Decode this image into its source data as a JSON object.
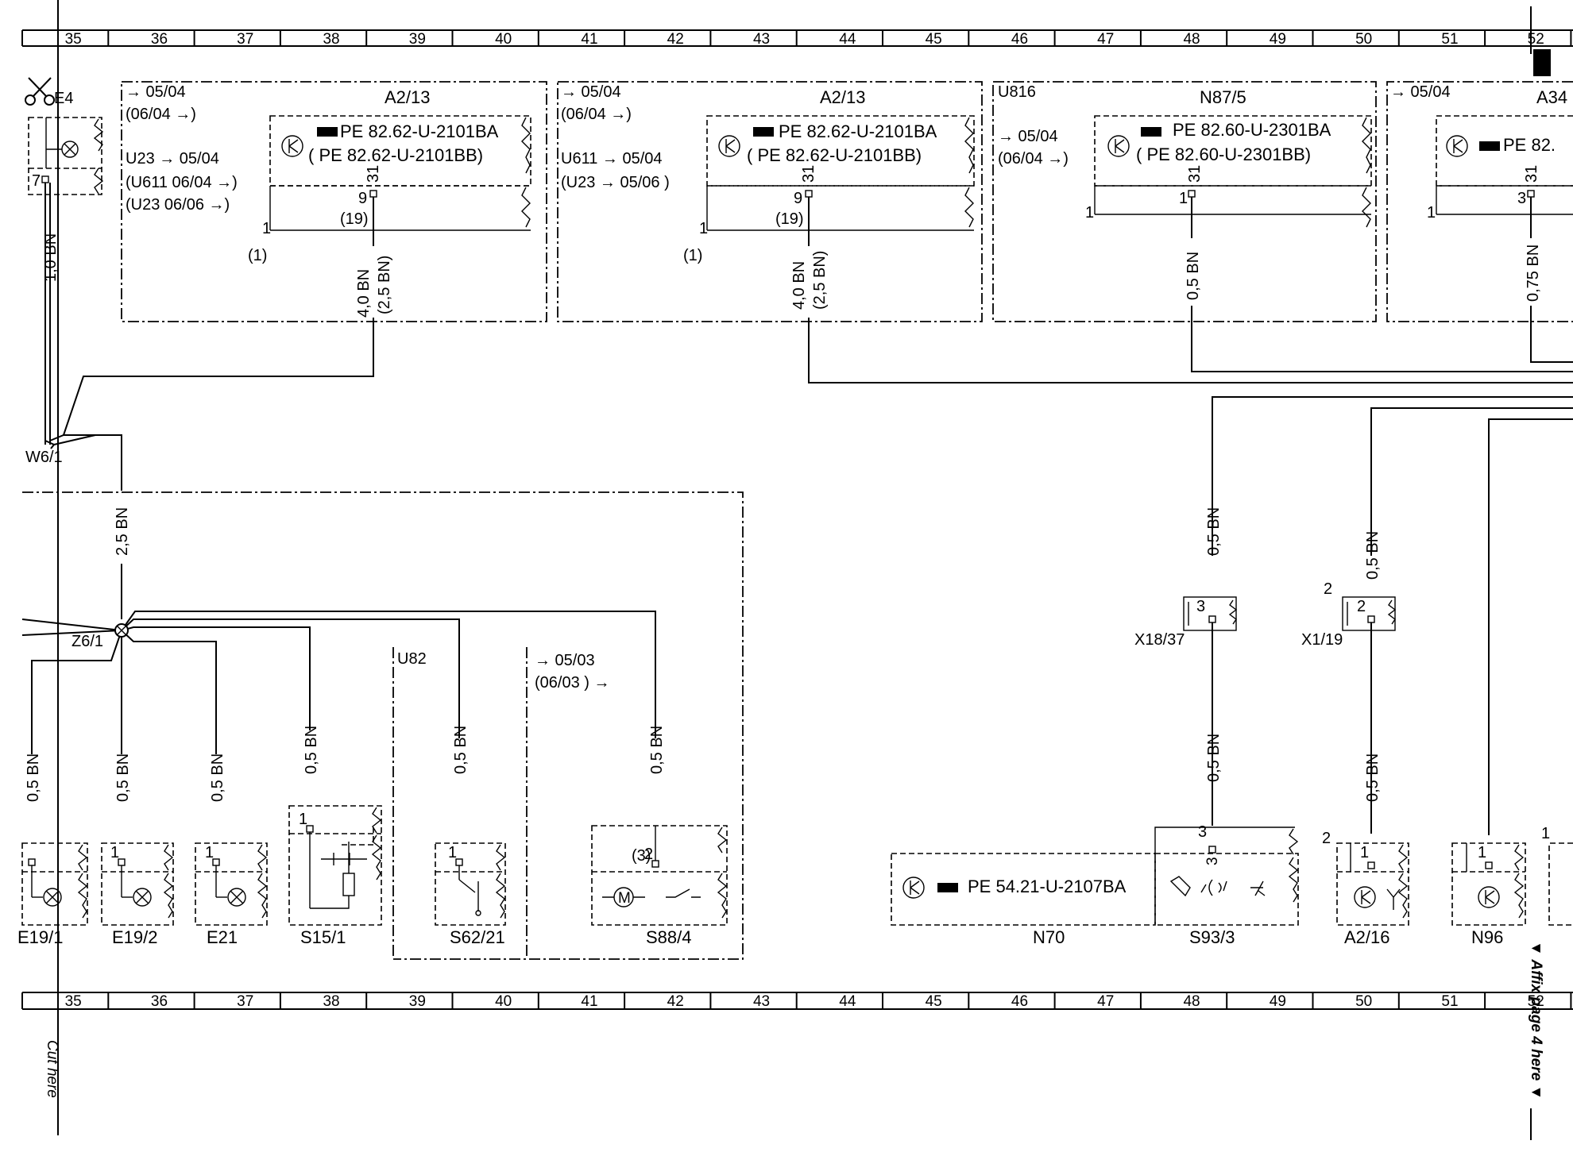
{
  "columns": [
    "35",
    "36",
    "37",
    "38",
    "39",
    "40",
    "41",
    "42",
    "43",
    "44",
    "45",
    "46",
    "47",
    "48",
    "49",
    "50",
    "51",
    "52"
  ],
  "margin": {
    "cut_label": "Cut here",
    "affix_label": "▼ Affix page 4 here ▼",
    "scissors": "scissors-icon"
  },
  "top_blocks": {
    "a": {
      "name": "A2/13",
      "ver1": "→ 05/04",
      "ver2": "(06/04   →)",
      "u1": "U23 → 05/04",
      "u2": "(U611  06/04   →)",
      "u3": "(U23   06/06   →)",
      "pe1": "PE 82.62-U-2101BA",
      "pe2": "(   PE 82.62-U-2101BB)",
      "pin_a": "31",
      "pin_b": "9",
      "pin_b2": "(19)",
      "one": "1",
      "paren1": "(1)",
      "wire": "4,0 BN",
      "wire2": "(2,5 BN)"
    },
    "b": {
      "name": "A2/13",
      "ver1": "→ 05/04",
      "ver2": "(06/04    →)",
      "u1": "U611 → 05/04",
      "u2": "(U23 → 05/06    )",
      "pe1": "PE 82.62-U-2101BA",
      "pe2": "(   PE 82.62-U-2101BB)",
      "pin_a": "31",
      "pin_b": "9",
      "pin_b2": "(19)",
      "one": "1",
      "paren1": "(1)",
      "wire": "4,0 BN",
      "wire2": "(2,5 BN)"
    },
    "c": {
      "code": "U816",
      "name": "N87/5",
      "ver1": "→ 05/04",
      "ver2": "(06/04    →)",
      "pe1": "PE 82.60-U-2301BA",
      "pe2": "(   PE 82.60-U-2301BB)",
      "pin_a": "31",
      "pin_b": "1",
      "one": "1",
      "wire": "0,5 BN"
    },
    "d": {
      "name": "A34",
      "ver1": "→ 05/04",
      "pe1": "PE 82.",
      "pin_a": "31",
      "pin_b": "3",
      "one": "1",
      "wire": "0,75 BN"
    }
  },
  "left": {
    "e4": "E4",
    "e4_pin": "7",
    "e4_wire": "1,0 BN",
    "w6": "W6/1",
    "w6_wire": "2,5 BN",
    "z6": "Z6/1",
    "u82": "U82",
    "ver1": "→ 05/03",
    "ver2": "(06/03  ) →"
  },
  "bottom_left": [
    {
      "name": "E19/1",
      "wire": "0,5 BN",
      "pin": ""
    },
    {
      "name": "E19/2",
      "wire": "0,5 BN",
      "pin": "1"
    },
    {
      "name": "E21",
      "wire": "0,5 BN",
      "pin": "1"
    },
    {
      "name": "S15/1",
      "wire": "0,5 BN",
      "pin": "1"
    },
    {
      "name": "S62/21",
      "wire": "0,5 BN",
      "pin": "1"
    },
    {
      "name": "S88/4",
      "wire": "0,5 BN",
      "pin": "2",
      "pin2": "(3)"
    }
  ],
  "right": {
    "x18": {
      "name": "X18/37",
      "pin": "3",
      "wire_top": "0,5 BN",
      "wire_bot": "0,5 BN"
    },
    "x1": {
      "name": "X1/19",
      "pin": "2",
      "pin_outer": "2",
      "wire_top": "0,5 BN",
      "wire_bot": "0,5 BN"
    },
    "n70": {
      "name": "N70",
      "pe": "PE 54.21-U-2107BA"
    },
    "s93": {
      "name": "S93/3",
      "pin": "3",
      "pin2": "3"
    },
    "a216": {
      "name": "A2/16",
      "pin": "1",
      "pin_outer": "2"
    },
    "n96": {
      "name": "N96",
      "pin": "1",
      "pin_outer": "1"
    }
  }
}
